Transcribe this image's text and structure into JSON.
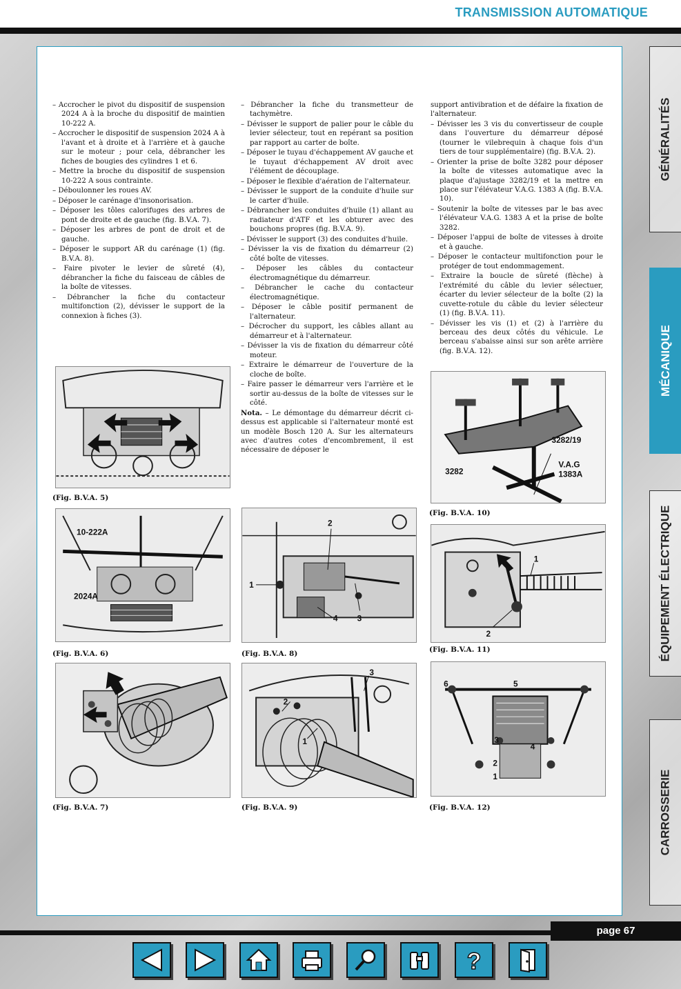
{
  "header": {
    "title": "TRANSMISSION AUTOMATIQUE"
  },
  "columns": {
    "col1": [
      "– Accrocher le pivot du dispositif de suspension 2024 A à la broche du dispositif de maintien 10-222 A.",
      "– Accrocher le dispositif de suspension 2024 A à l'avant et à droite et à l'arrière et à gauche sur le moteur ; pour cela, débrancher les fiches de bougies des cylindres 1 et 6.",
      "– Mettre la broche du dispositif de suspension 10-222 A sous contrainte.",
      "– Déboulonner les roues AV.",
      "– Déposer le carénage d'insonorisation.",
      "– Déposer les tôles calorifuges des arbres de pont de droite et de gauche (fig. B.V.A. 7).",
      "– Déposer les arbres de pont de droit et de gauche.",
      "– Déposer le support AR du carénage (1) (fig. B.V.A. 8).",
      "– Faire pivoter le levier de sûreté (4), débrancher la fiche du faisceau de câbles de la boîte de vitesses.",
      "– Débrancher la fiche du contacteur multifonction (2), dévisser le support de la connexion à fiches (3)."
    ],
    "col2": [
      "– Débrancher la fiche du transmetteur de tachymètre.",
      "– Dévisser le support de palier pour le câble du levier sélecteur, tout en repérant sa position par rapport au carter de boîte.",
      "– Déposer le tuyau d'échappement AV gauche et le tuyaut d'échappement AV droit avec l'élément de découplage.",
      "– Déposer le flexible d'aération de l'alternateur.",
      "– Dévisser le support de la conduite d'huile sur le carter d'huile.",
      "– Débrancher les conduites d'huile (1) allant au radiateur d'ATF et les obturer avec des bouchons propres (fig. B.V.A. 9).",
      "– Dévisser le support (3) des conduites d'huile.",
      "– Dévisser la vis de fixation du démarreur (2) côté boîte de vitesses.",
      "– Déposer les câbles du contacteur électromagnétique du démarreur.",
      "– Débrancher le cache du contacteur électromagnétique.",
      "– Déposer le câble positif permanent de l'alternateur.",
      "– Décrocher du support, les câbles allant au démarreur et à l'alternateur.",
      "– Dévisser la vis de fixation du démarreur côté moteur.",
      "– Extraire le démarreur de l'ouverture de la cloche de boîte.",
      "– Faire passer le démarreur vers l'arrière et le sortir au-dessus de la boîte de vitesses sur le côté."
    ],
    "nota_label": "Nota.",
    "nota_text": " – Le démontage du démarreur décrit ci-dessus est applicable si l'alternateur monté est un modèle Bosch 120 A. Sur les alternateurs avec d'autres cotes d'encombrement, il est nécessaire de déposer le",
    "col3": [
      "support antivibration et de défaire la fixation de l'alternateur.",
      "– Dévisser les 3 vis du convertisseur de couple dans l'ouverture du démarreur déposé (tourner le vilebrequin à chaque fois d'un tiers de tour supplémentaire) (fig. B.V.A. 2).",
      "– Orienter la prise de boîte 3282 pour déposer la boîte de vitesses automatique avec la plaque d'ajustage 3282/19 et la mettre en place sur l'élévateur V.A.G. 1383 A (fig. B.V.A. 10).",
      "– Soutenir la boîte de vitesses par le bas avec l'élévateur V.A.G. 1383 A et la prise de boîte 3282.",
      "– Déposer l'appui de boîte de vitesses à droite et à gauche.",
      "– Déposer le contacteur multifonction pour le protéger de tout endommagement.",
      "– Extraire la boucle de sûreté (flèche) à l'extrémité du câble du levier sélectuer, écarter du levier sélecteur de la boîte (2) la cuvette-rotule du câble du levier sélecteur (1) (fig. B.V.A. 11).",
      "– Dévisser les vis (1) et (2) à l'arrière du berceau des deux côtés du véhicule. Le berceau s'abaisse ainsi sur son arête arrière (fig. B.V.A. 12)."
    ]
  },
  "figures": {
    "fig5": {
      "caption": "(Fig. B.V.A. 5)"
    },
    "fig6": {
      "caption": "(Fig. B.V.A. 6)",
      "label_a": "10-222A",
      "label_b": "2024A"
    },
    "fig7": {
      "caption": "(Fig. B.V.A. 7)"
    },
    "fig8": {
      "caption": "(Fig. B.V.A. 8)",
      "l1": "1",
      "l2": "2",
      "l3": "3",
      "l4": "4"
    },
    "fig9": {
      "caption": "(Fig. B.V.A. 9)",
      "l1": "1",
      "l2": "2",
      "l3": "3"
    },
    "fig10": {
      "caption": "(Fig. B.V.A. 10)",
      "l_a": "3282/19",
      "l_b": "V.A.G",
      "l_c": "1383A",
      "l_d": "3282"
    },
    "fig11": {
      "caption": "(Fig. B.V.A. 11)",
      "l1": "1",
      "l2": "2"
    },
    "fig12": {
      "caption": "(Fig. B.V.A. 12)",
      "l1": "1",
      "l2": "2",
      "l3": "3",
      "l4": "4",
      "l5": "5",
      "l6": "6"
    }
  },
  "side_tabs": {
    "generalites": "GÉNÉRALITÉS",
    "mecanique": "MÉCANIQUE",
    "equipement": "ÉQUIPEMENT ÉLECTRIQUE",
    "carrosserie": "CARROSSERIE"
  },
  "footer": {
    "page": "page 67"
  },
  "colors": {
    "accent": "#2a9cc0",
    "dark": "#111111"
  },
  "nav_icons": [
    "arrow-left-icon",
    "arrow-right-icon",
    "home-icon",
    "printer-icon",
    "magnifier-icon",
    "binoculars-icon",
    "help-icon",
    "exit-door-icon"
  ]
}
